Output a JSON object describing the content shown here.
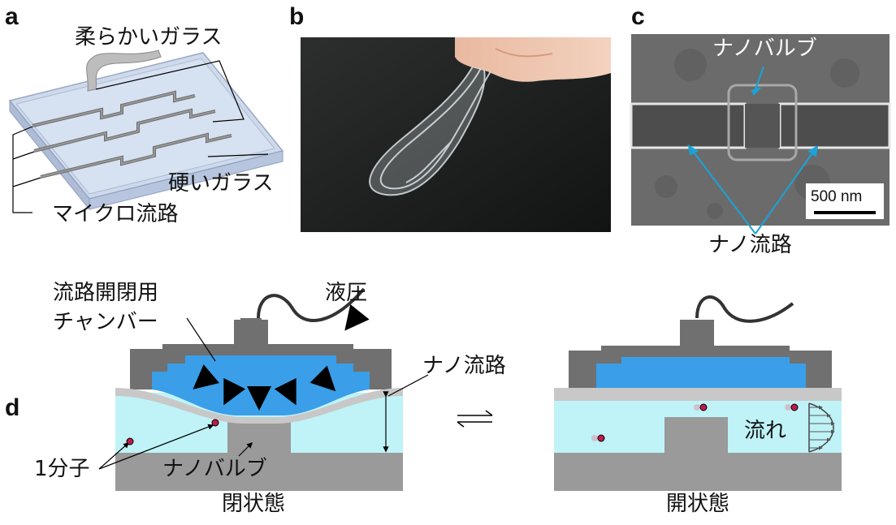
{
  "panels": {
    "a": {
      "letter": "a",
      "labels": {
        "soft_glass": "柔らかいガラス",
        "hard_glass": "硬いガラス",
        "microchannel": "マイクロ流路"
      }
    },
    "b": {
      "letter": "b"
    },
    "c": {
      "letter": "c",
      "labels": {
        "nanovalve": "ナノバルブ",
        "nanochannel": "ナノ流路",
        "scale": "500 nm"
      }
    },
    "d": {
      "letter": "d",
      "labels": {
        "chamber": "流路開閉用\nチャンバー",
        "hydraulic": "液圧",
        "nanochannel": "ナノ流路",
        "molecule": "1分子",
        "nanovalve": "ナノバルブ",
        "state_left": "閉状態",
        "state_right": "開状態",
        "flow": "流れ"
      }
    }
  },
  "colors": {
    "fluid": "#bff3f8",
    "chamber_fluid": "#3a9ee8",
    "housing": "#707070",
    "substrate": "#9a9a9a",
    "membrane": "#c8c8c8",
    "molecule": "#c0194a",
    "arrow_blue": "#1aa3d9"
  }
}
